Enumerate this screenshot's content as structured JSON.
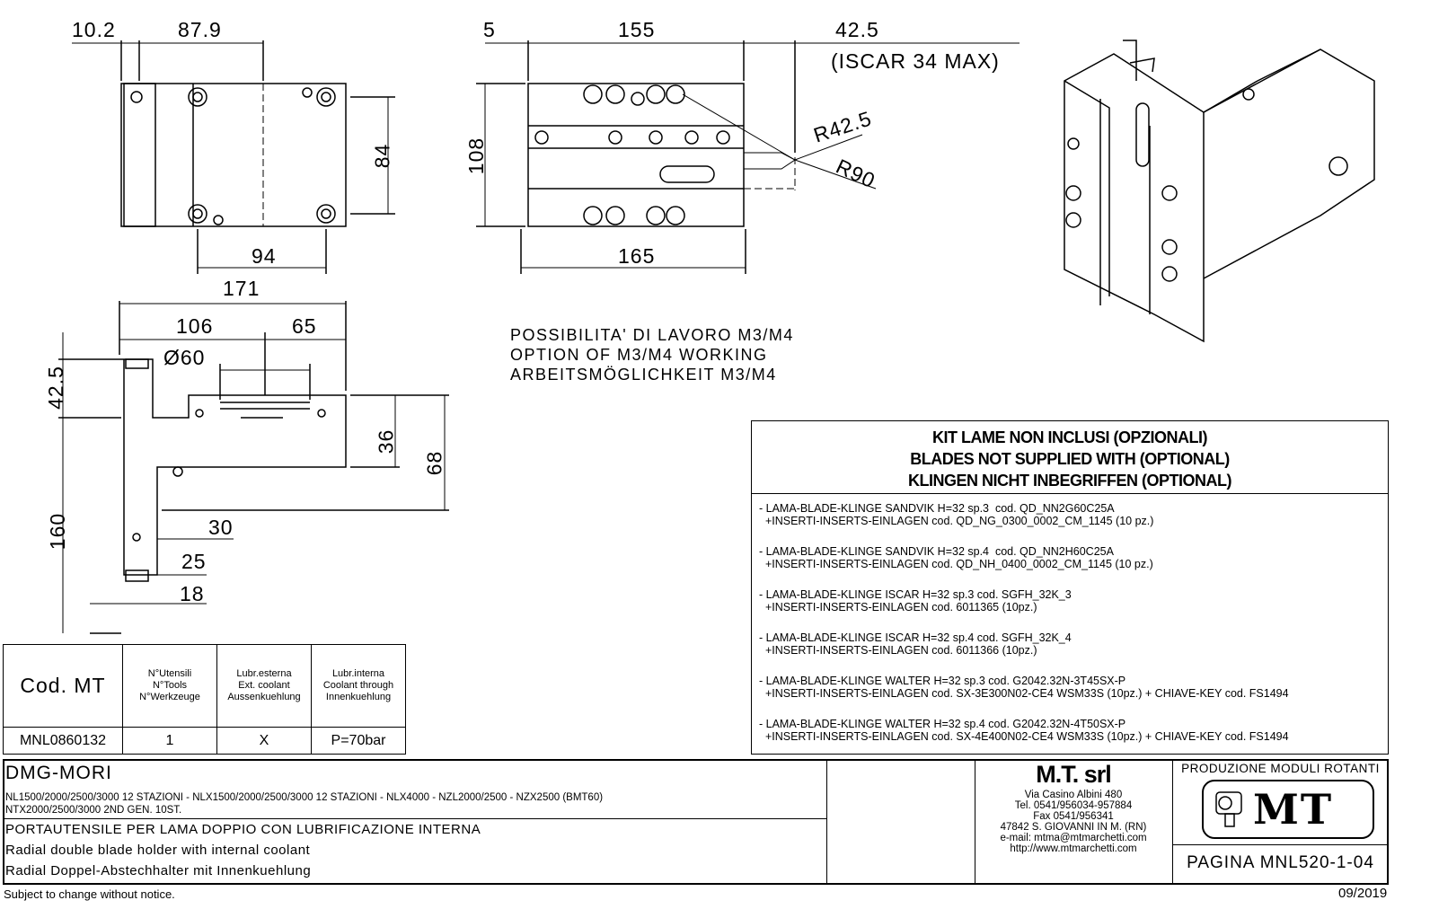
{
  "dimensions": {
    "top_left": {
      "d1": "10.2",
      "d2": "87.9",
      "d3": "84",
      "d4": "94"
    },
    "top_middle": {
      "d1": "5",
      "d2": "155",
      "d3": "42.5",
      "d3_note": "(ISCAR 34 MAX)",
      "d4": "108",
      "d5": "165",
      "r1": "R42.5",
      "r2": "R90"
    },
    "side": {
      "d171": "171",
      "d106": "106",
      "d65": "65",
      "dia": "Ø60",
      "d42": "42.5",
      "d36": "36",
      "d68": "68",
      "d160": "160",
      "d30": "30",
      "d25": "25",
      "d18": "18"
    }
  },
  "note": [
    "POSSIBILITA' DI LAVORO M3/M4",
    "OPTION OF M3/M4 WORKING",
    "ARBEITSMÖGLICHKEIT M3/M4"
  ],
  "blades": {
    "header": [
      "KIT LAME NON INCLUSI (OPZIONALI)",
      "BLADES NOT SUPPLIED WITH (OPTIONAL)",
      "KLINGEN NICHT INBEGRIFFEN (OPTIONAL)"
    ],
    "items": [
      {
        "line1": "- LAMA-BLADE-KLINGE SANDVIK H=32 sp.3  cod. QD_NN2G60C25A",
        "line2": "  +INSERTI-INSERTS-EINLAGEN cod. QD_NG_0300_0002_CM_1145 (10 pz.)"
      },
      {
        "line1": "- LAMA-BLADE-KLINGE SANDVIK H=32 sp.4  cod. QD_NN2H60C25A",
        "line2": "  +INSERTI-INSERTS-EINLAGEN cod. QD_NH_0400_0002_CM_1145 (10 pz.)"
      },
      {
        "line1": "- LAMA-BLADE-KLINGE ISCAR H=32 sp.3 cod. SGFH_32K_3",
        "line2": "  +INSERTI-INSERTS-EINLAGEN cod. 6011365 (10pz.)"
      },
      {
        "line1": "- LAMA-BLADE-KLINGE ISCAR H=32 sp.4 cod. SGFH_32K_4",
        "line2": "  +INSERTI-INSERTS-EINLAGEN cod. 6011366 (10pz.)"
      },
      {
        "line1": "- LAMA-BLADE-KLINGE WALTER H=32 sp.3 cod. G2042.32N-3T45SX-P",
        "line2": "  +INSERTI-INSERTS-EINLAGEN cod. SX-3E300N02-CE4 WSM33S (10pz.) + CHIAVE-KEY cod. FS1494"
      },
      {
        "line1": "- LAMA-BLADE-KLINGE WALTER H=32 sp.4 cod. G2042.32N-4T50SX-P",
        "line2": "  +INSERTI-INSERTS-EINLAGEN cod. SX-4E400N02-CE4 WSM33S (10pz.) + CHIAVE-KEY cod. FS1494"
      }
    ]
  },
  "spec_table": {
    "headers": [
      "Cod. MT",
      "N°Utensili\nN°Tools\nN°Werkzeuge",
      "Lubr.esterna\nExt. coolant\nAussenkuehlung",
      "Lubr.interna\nCoolant through\nInnenkuehlung"
    ],
    "row": [
      "MNL0860132",
      "1",
      "X",
      "P=70bar"
    ]
  },
  "title_block": {
    "machine": "DMG-MORI",
    "models1": "NL1500/2000/2500/3000 12 STAZIONI - NLX1500/2000/2500/3000 12 STAZIONI - NLX4000 - NZL2000/2500 - NZX2500 (BMT60)",
    "models2": "NTX2000/2500/3000 2ND GEN. 10ST.",
    "desc_it": "PORTAUTENSILE PER LAMA DOPPIO CON LUBRIFICAZIONE INTERNA",
    "desc_en": "Radial double blade holder with internal coolant",
    "desc_de": "Radial Doppel-Abstechhalter mit Innenkuehlung",
    "company": "M.T. srl",
    "address": [
      "Via Casino Albini 480",
      "Tel. 0541/956034-957884",
      "Fax 0541/956341",
      "47842 S. GIOVANNI IN M. (RN)",
      "e-mail: mtma@mtmarchetti.com",
      "http://www.mtmarchetti.com"
    ],
    "production": "PRODUZIONE MODULI ROTANTI",
    "logo_text": "MT",
    "page": "PAGINA MNL520-1-04"
  },
  "footer": {
    "disclaimer": "Subject to change without notice.",
    "date": "09/2019"
  }
}
